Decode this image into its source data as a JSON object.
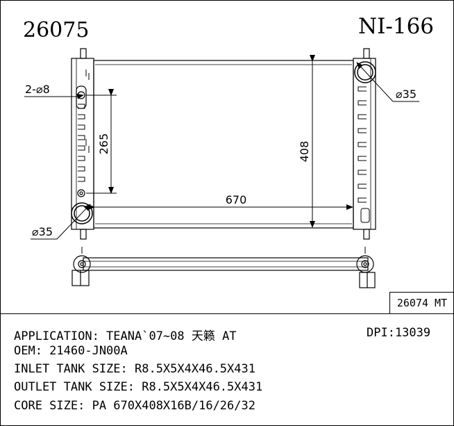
{
  "header": {
    "part_number": "26075",
    "ref_code": "NI-166"
  },
  "dimensions": {
    "hole_spec": "2-⌀8",
    "inlet_diameter": "⌀35",
    "outlet_diameter": "⌀35",
    "hole_spacing": "265",
    "core_height": "408",
    "core_width": "670"
  },
  "variant_tag": "26074 MT",
  "specs": {
    "application": "APPLICATION: TEANA`07~08 天籁 AT",
    "dpi": "DPI:13039",
    "oem": "OEM: 21460-JN00A",
    "inlet_tank": "INLET TANK SIZE: R8.5X5X4X46.5X431",
    "outlet_tank": "OUTLET TANK SIZE: R8.5X5X4X46.5X431",
    "core_size": "CORE SIZE: PA 670X408X16B/16/26/32"
  }
}
